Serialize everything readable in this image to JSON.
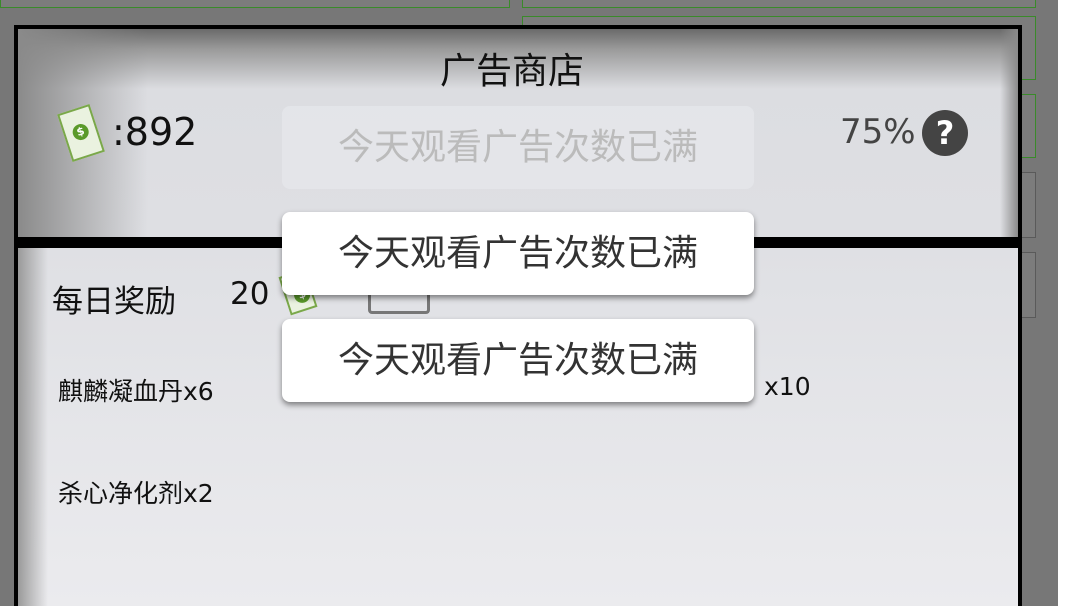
{
  "shop": {
    "title": "广告商店",
    "coins": ":892",
    "percent": "75%",
    "help_icon": "?"
  },
  "daily": {
    "label": "每日奖励",
    "amount": "20"
  },
  "rewards": [
    {
      "label": "麒麟凝血丹x6"
    },
    {
      "label": "x10"
    },
    {
      "label": "杀心净化剂x2"
    }
  ],
  "toasts": [
    {
      "text": "今天观看广告次数已满"
    },
    {
      "text": "今天观看广告次数已满"
    },
    {
      "text": "今天观看广告次数已满"
    }
  ],
  "colors": {
    "money_green": "#5a9a2a",
    "panel_border": "#000000"
  }
}
